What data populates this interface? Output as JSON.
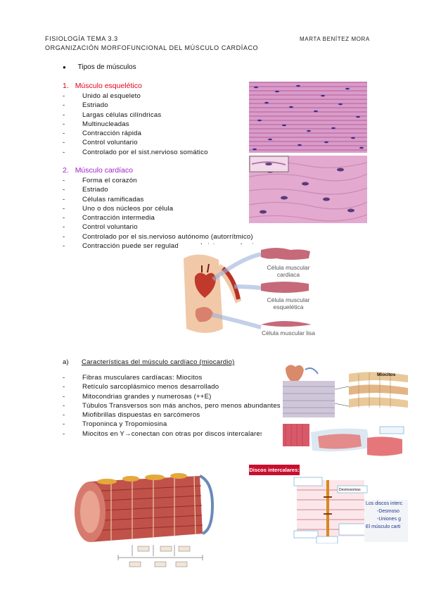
{
  "header": {
    "left_line1": "FISIOLOGÍA TEMA 3.3",
    "left_line2": "ORGANIZACIÓN MORFOFUNCIONAL DEL MÚSCULO CARDÍACO",
    "author": "MARTA BENÍTEZ MORA"
  },
  "intro": {
    "bullet": "●",
    "text": "Tipos de músculos"
  },
  "skeletal": {
    "number": "1.",
    "title": "Músculo esquelético",
    "color": "#e3001b",
    "items": [
      "Unido al esqueleto",
      "Estriado",
      "Largas células cilíndricas",
      "Multinucleadas",
      "Contracción rápida",
      "Control voluntario",
      "Controlado por el sist.nervioso somático"
    ]
  },
  "cardiac": {
    "number": "2.",
    "title": "Músculo cardíaco",
    "color": "#a020c8",
    "items": [
      "Forma el corazón",
      "Estriado",
      "Células ramificadas",
      "Uno o dos núcleos por célula",
      "Contracción intermedia",
      "Control voluntario",
      "Controlado por el sis.nervioso autónomo (autorrítmico)",
      "Contracción puede ser regulada por el sistema endocrino"
    ]
  },
  "cell_figure": {
    "labels": [
      "Célula muscular cardiaca",
      "Célula muscular esquelética",
      "Célula muscular lisa"
    ]
  },
  "section_a": {
    "marker": "a)",
    "title": "Características del músculo cardíaco (miocardio)",
    "items": [
      "Fibras musculares cardíacas: Miocitos",
      "Retículo sarcoplásmico menos desarrollado",
      "Mitocondrias grandes y numerosas (++E)",
      "Túbulos Transversos son más anchos, pero menos abundantes",
      "Miofibrillas dispuestas en sarcómeros",
      "Troponinca y Tropomiosina",
      "Miocitos en Y→conectan con otras por discos intercalares"
    ]
  },
  "right_figures": {
    "miocitos": "Miocitos",
    "discos_label": "Discos intercalares:",
    "desmosomas": "Desmosomas",
    "info_box": [
      "Los discos interc",
      "-Desmoso",
      "-Uniones g",
      "El músculo carti"
    ]
  }
}
